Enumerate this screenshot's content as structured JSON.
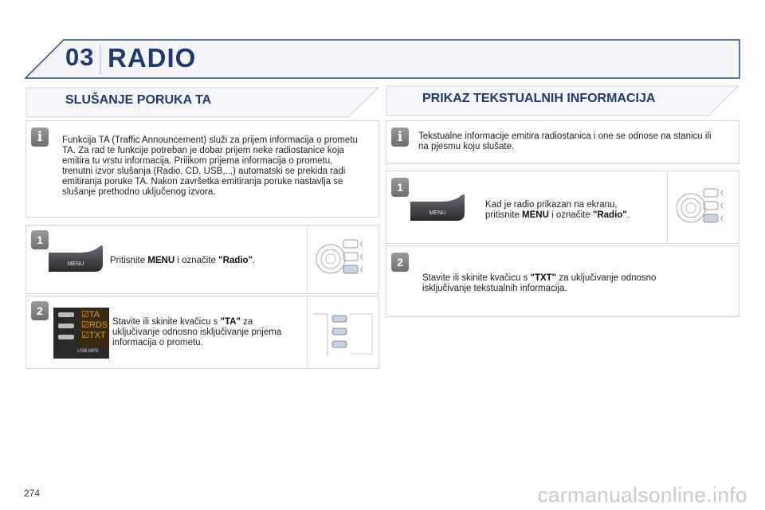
{
  "chapter": {
    "number": "03",
    "title": "RADIO"
  },
  "left": {
    "section_title": "SLUŠANJE PORUKA TA",
    "info_text": "Funkcija TA (Traffic Announcement) služi za prijem informacija o prometu TA. Za rad te funkcije potreban je dobar prijem neke radiostanice koja emitira tu vrstu informacija. Prilikom prijema informacija o prometu, trenutni izvor slušanja (Radio, CD, USB,...) automatski se prekida radi emitiranja poruke TA. Nakon završetka emitiranja poruke nastavlja se slušanje prethodno uključenog izvora.",
    "step1": {
      "num": "1",
      "button_label": "MENU",
      "pre": "Pritisnite ",
      "key": "MENU",
      "mid": " i označite ",
      "value": "\"Radio\"",
      "post": "."
    },
    "step2": {
      "num": "2",
      "pre": "Stavite ili skinite kvačicu s ",
      "key": "\"TA\"",
      "post": " za uključivanje odnosno isključivanje prijema informacija o prometu.",
      "menu_items": [
        "TA",
        "RDS",
        "TXT"
      ],
      "source_labels": [
        "USB",
        "MP3"
      ]
    }
  },
  "right": {
    "section_title": "PRIKAZ TEKSTUALNIH INFORMACIJA",
    "info_text": "Tekstualne informacije emitira radiostanica i one se odnose na stanicu ili na pjesmu koju slušate.",
    "step1": {
      "num": "1",
      "button_label": "MENU",
      "line1": "Kad je radio prikazan na ekranu,",
      "pre": "pritisnite ",
      "key": "MENU",
      "mid": " i označite ",
      "value": "\"Radio\"",
      "post": "."
    },
    "step2": {
      "num": "2",
      "pre": "Stavite ili skinite kvačicu s ",
      "key": "\"TXT\"",
      "post": " za uključivanje odnosno isključivanje tekstualnih informacija."
    }
  },
  "footer": {
    "page_number": "274",
    "watermark": "carmanualsonline.info"
  },
  "colors": {
    "title": "#1e3a6e",
    "header_band": "#eef1f6",
    "badge": "#808080"
  }
}
